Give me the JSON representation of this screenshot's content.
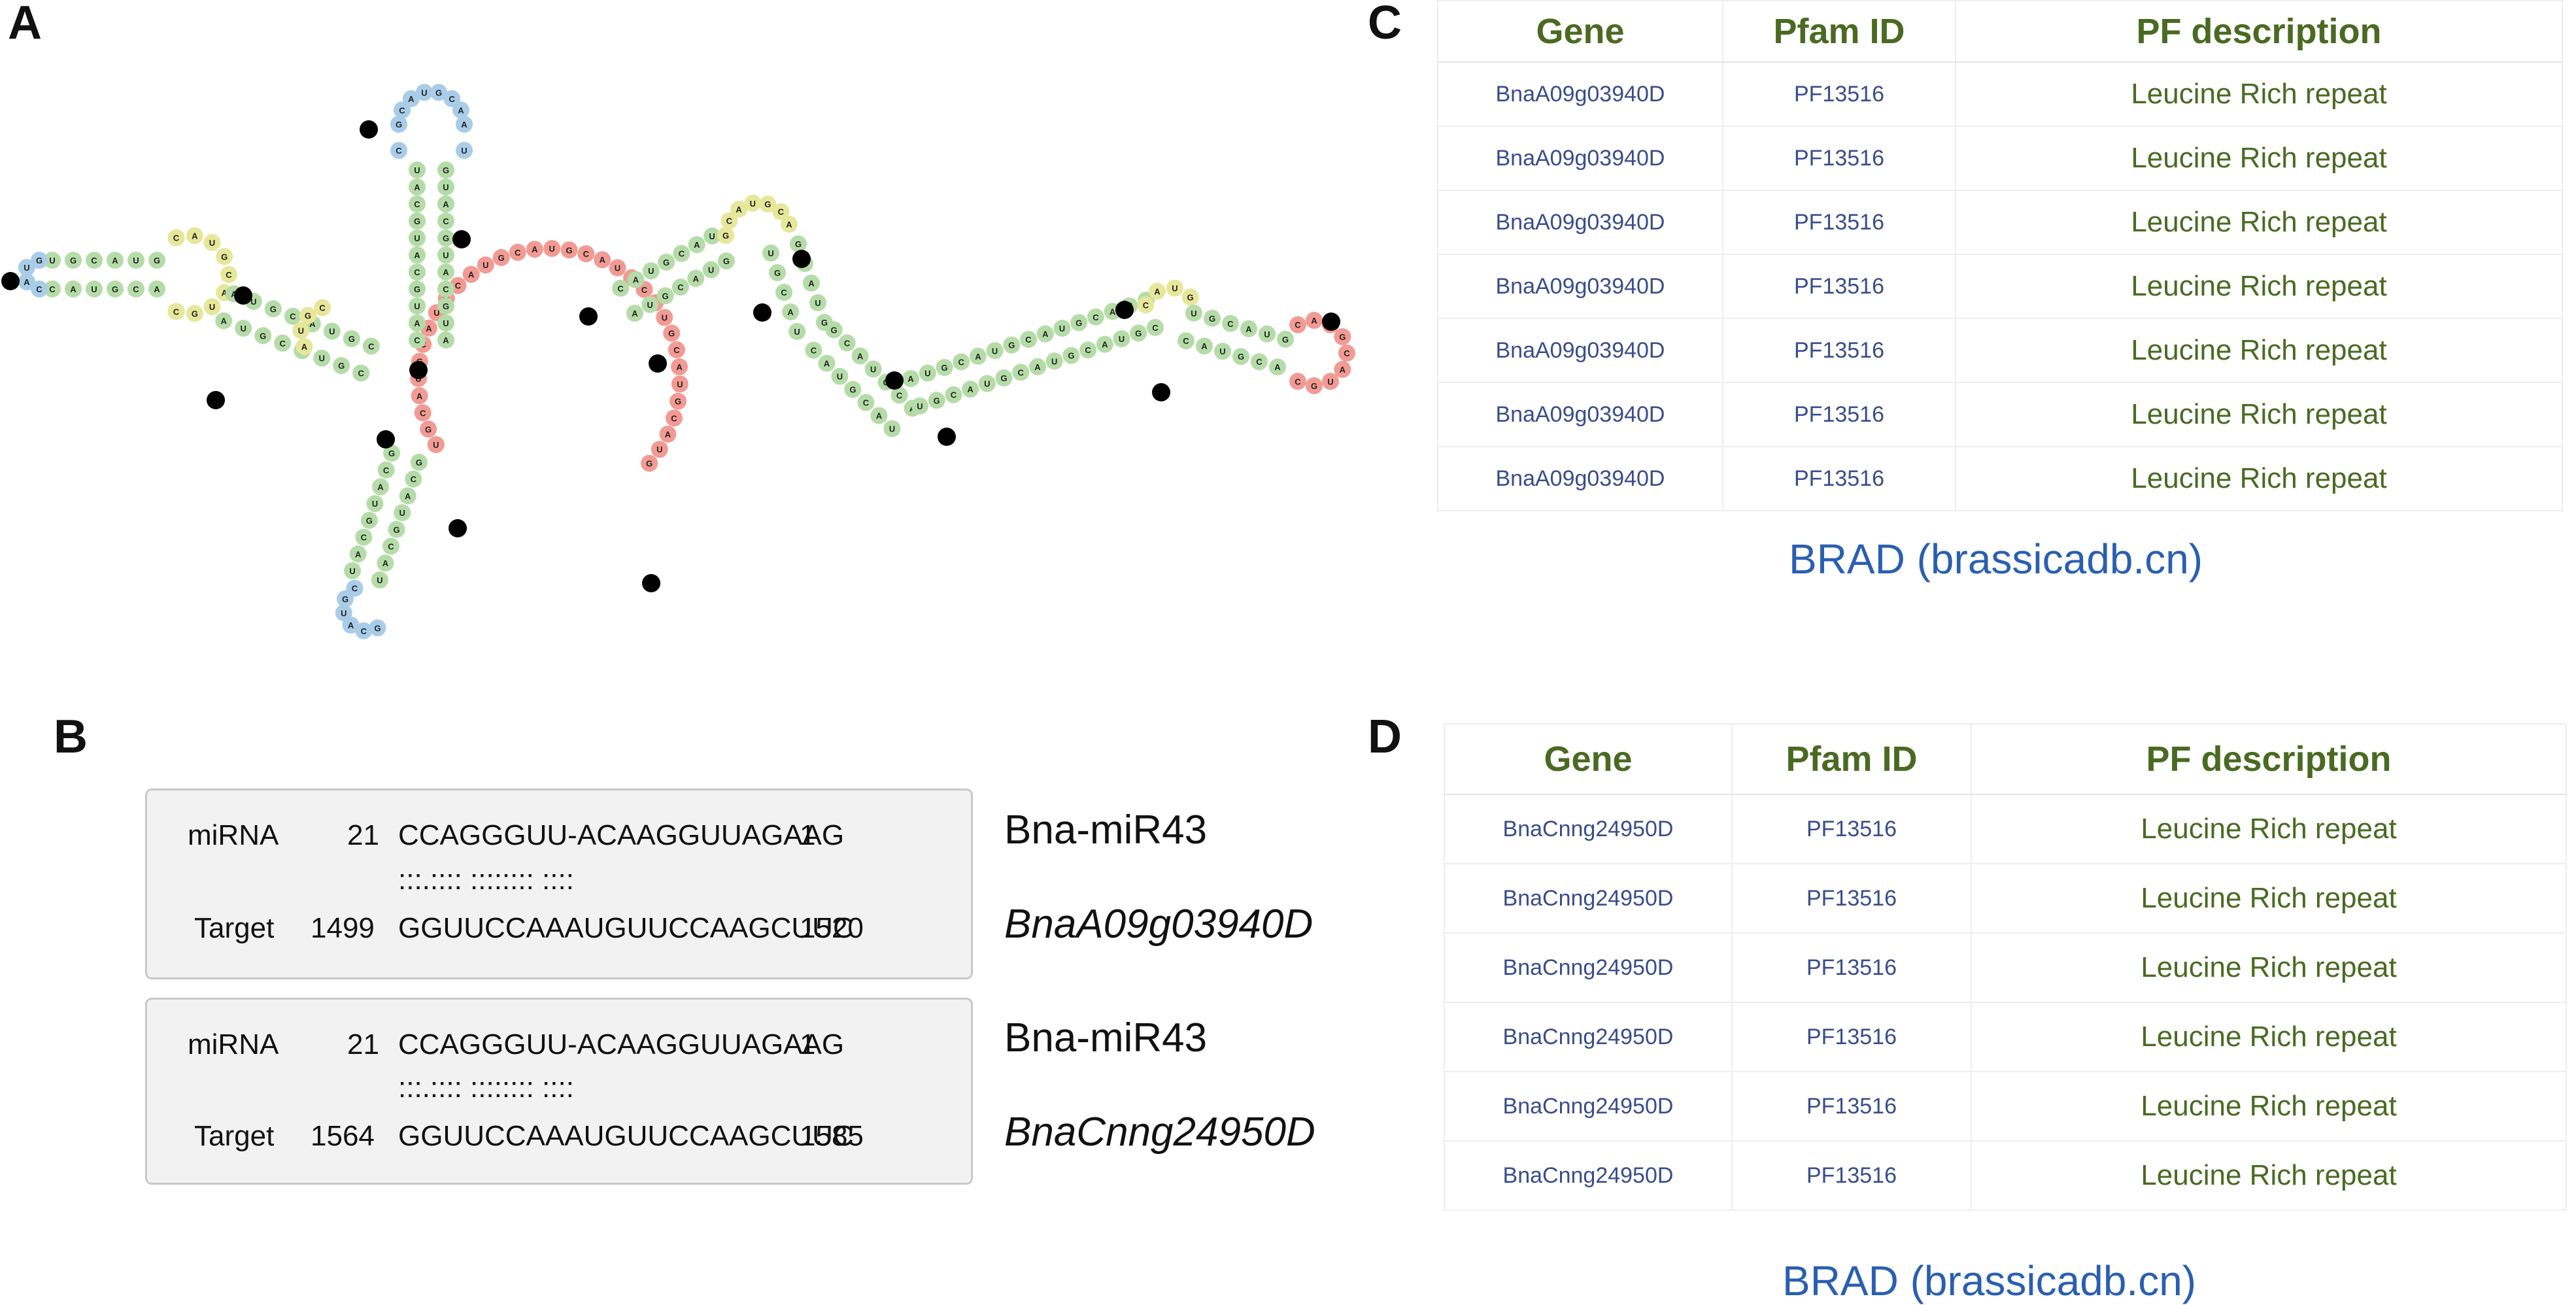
{
  "panels": {
    "a": "A",
    "b": "B",
    "c": "C",
    "d": "D"
  },
  "panel_b": {
    "alignments": [
      {
        "mirna_label": "miRNA",
        "mirna_start": "21",
        "mirna_seq": "CCAGGGUU-ACAAGGUUAGAAG",
        "mirna_end": "1",
        "pairing": ":::.:::: :::::::: ::::",
        "target_label": "Target",
        "target_start": "1499",
        "target_seq": "GGUUCCAAAUGUUCCAAGCUUC",
        "target_end": "1520",
        "mirna_name": "Bna-miR43",
        "target_gene": "BnaA09g03940D"
      },
      {
        "mirna_label": "miRNA",
        "mirna_start": "21",
        "mirna_seq": "CCAGGGUU-ACAAGGUUAGAAG",
        "mirna_end": "1",
        "pairing": ":::.:::: :::::::: ::::",
        "target_label": "Target",
        "target_start": "1564",
        "target_seq": "GGUUCCAAAUGUUCCAAGCUUC",
        "target_end": "1585",
        "mirna_name": "Bna-miR43",
        "target_gene": "BnaCnng24950D"
      }
    ]
  },
  "table_c": {
    "headers": [
      "Gene",
      "Pfam ID",
      "PF description"
    ],
    "rows": [
      [
        "BnaA09g03940D",
        "PF13516",
        "Leucine Rich repeat"
      ],
      [
        "BnaA09g03940D",
        "PF13516",
        "Leucine Rich repeat"
      ],
      [
        "BnaA09g03940D",
        "PF13516",
        "Leucine Rich repeat"
      ],
      [
        "BnaA09g03940D",
        "PF13516",
        "Leucine Rich repeat"
      ],
      [
        "BnaA09g03940D",
        "PF13516",
        "Leucine Rich repeat"
      ],
      [
        "BnaA09g03940D",
        "PF13516",
        "Leucine Rich repeat"
      ],
      [
        "BnaA09g03940D",
        "PF13516",
        "Leucine Rich repeat"
      ]
    ],
    "source": "BRAD (brassicadb.cn)"
  },
  "table_d": {
    "headers": [
      "Gene",
      "Pfam ID",
      "PF description"
    ],
    "rows": [
      [
        "BnaCnng24950D",
        "PF13516",
        "Leucine Rich repeat"
      ],
      [
        "BnaCnng24950D",
        "PF13516",
        "Leucine Rich repeat"
      ],
      [
        "BnaCnng24950D",
        "PF13516",
        "Leucine Rich repeat"
      ],
      [
        "BnaCnng24950D",
        "PF13516",
        "Leucine Rich repeat"
      ],
      [
        "BnaCnng24950D",
        "PF13516",
        "Leucine Rich repeat"
      ],
      [
        "BnaCnng24950D",
        "PF13516",
        "Leucine Rich repeat"
      ]
    ],
    "source": "BRAD (brassicadb.cn)"
  },
  "colors": {
    "stem": "#b5dca8",
    "hairpin": "#a9cde8",
    "interior": "#e6e79a",
    "multiloop": "#f29a94",
    "marker": "#000000",
    "table_header": "#4a6a22",
    "gene_text": "#3a4d8a",
    "source_link": "#2a5fb0"
  }
}
